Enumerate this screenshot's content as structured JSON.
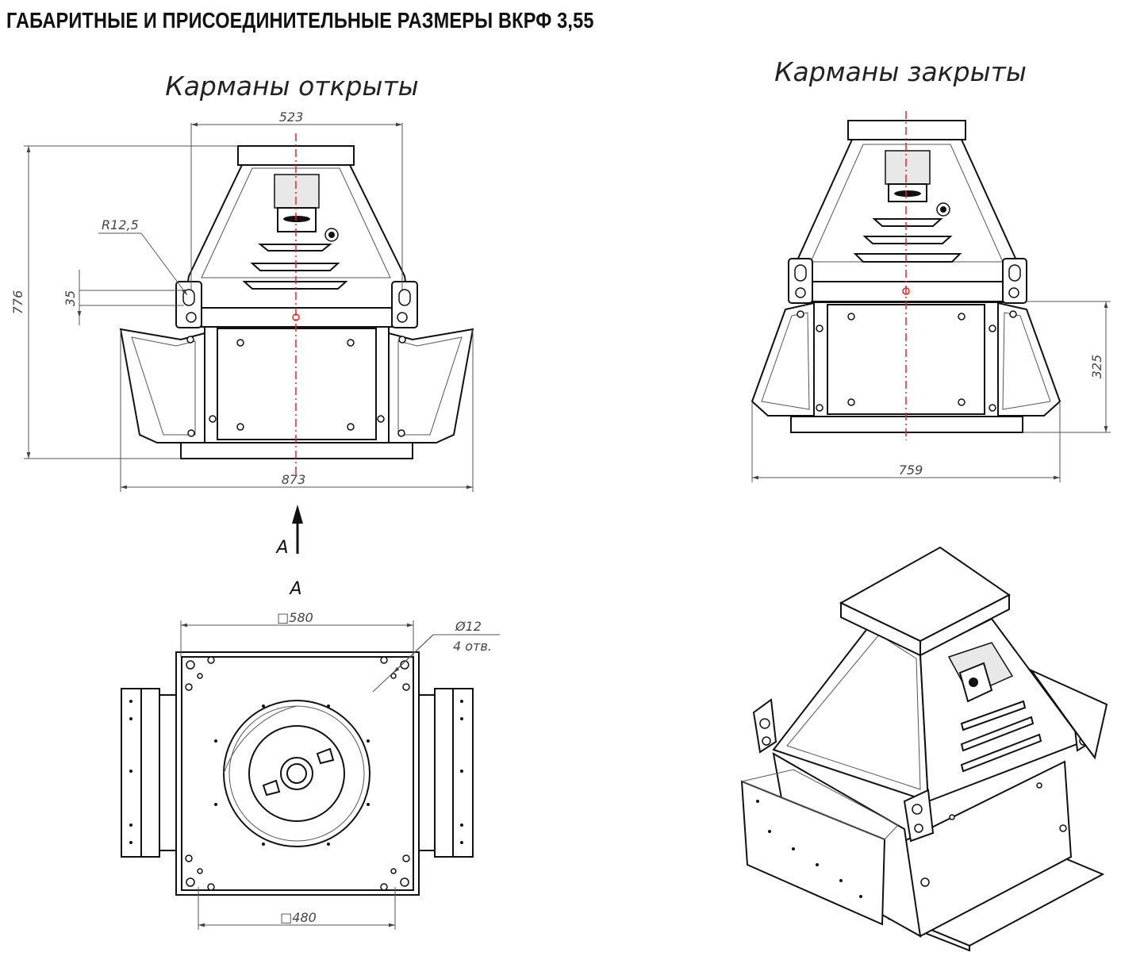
{
  "title": "ГАБАРИТНЫЕ И ПРИСОЕДИНИТЕЛЬНЫЕ РАЗМЕРЫ ВКРФ 3,55",
  "views": {
    "open": {
      "caption": "Карманы открыты"
    },
    "closed": {
      "caption": "Карманы закрыты"
    }
  },
  "dimensions": {
    "width_top": "523",
    "height_total": "776",
    "radius": "R12,5",
    "slot": "35",
    "width_open": "873",
    "width_closed": "759",
    "height_closed": "325",
    "square_top": "□580",
    "square_base": "□480",
    "hole_dia": "Ø12",
    "hole_count": "4 отв."
  },
  "arrow_label": "А",
  "view_label": "А"
}
